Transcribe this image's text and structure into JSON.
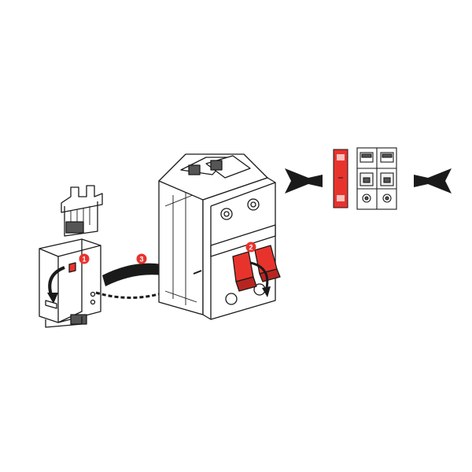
{
  "diagram": {
    "steps": [
      {
        "number": "1"
      },
      {
        "number": "2"
      },
      {
        "number": "3"
      }
    ],
    "colors": {
      "accent": "#e8332d",
      "line": "#1a1a1a",
      "device_fill": "#ffffff",
      "arrow_fill": "#1a1a1a"
    },
    "icons": [
      "curved-arrow-icon",
      "dashed-arrow-icon",
      "push-arrow-icon"
    ]
  }
}
